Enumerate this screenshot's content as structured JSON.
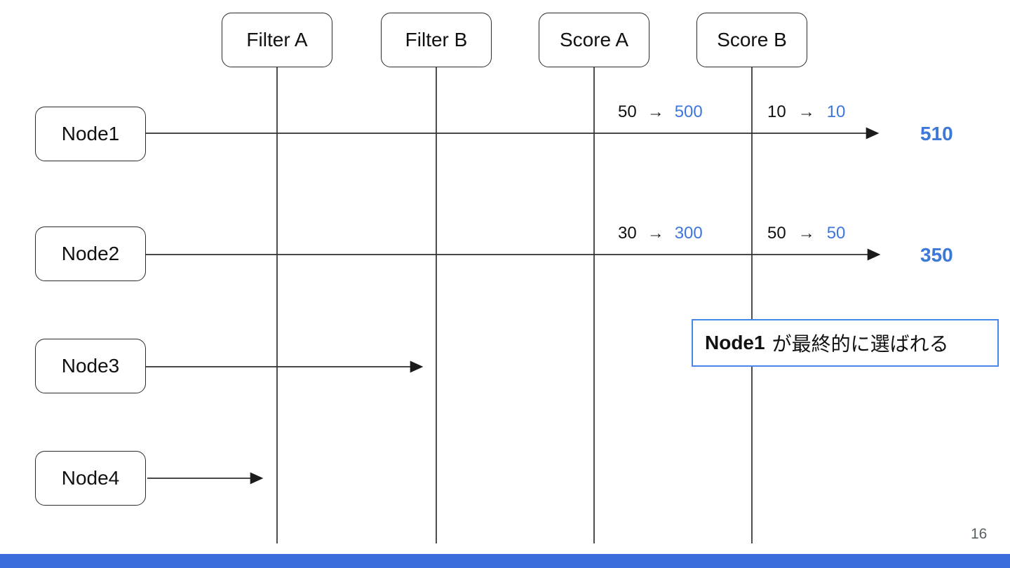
{
  "slide": {
    "page_number": "16"
  },
  "glyphs": {
    "arrow": "→"
  },
  "colors": {
    "accent_text": "#3e76dd",
    "total_text": "#3c78d8",
    "bottom_bar": "#3b6edc",
    "callout_border": "#4a86e8",
    "line": "#2f2f2f"
  },
  "stages": [
    {
      "label": "Filter A"
    },
    {
      "label": "Filter B"
    },
    {
      "label": "Score A"
    },
    {
      "label": "Score B"
    }
  ],
  "nodes": [
    {
      "label": "Node1"
    },
    {
      "label": "Node2"
    },
    {
      "label": "Node3"
    },
    {
      "label": "Node4"
    }
  ],
  "score_rows": [
    {
      "node": "Node1",
      "score_a": {
        "raw": "50",
        "weighted": "500"
      },
      "score_b": {
        "raw": "10",
        "weighted": "10"
      },
      "total": "510"
    },
    {
      "node": "Node2",
      "score_a": {
        "raw": "30",
        "weighted": "300"
      },
      "score_b": {
        "raw": "50",
        "weighted": "50"
      },
      "total": "350"
    }
  ],
  "callout": {
    "subject": "Node1",
    "text": "が最終的に選ばれる"
  }
}
